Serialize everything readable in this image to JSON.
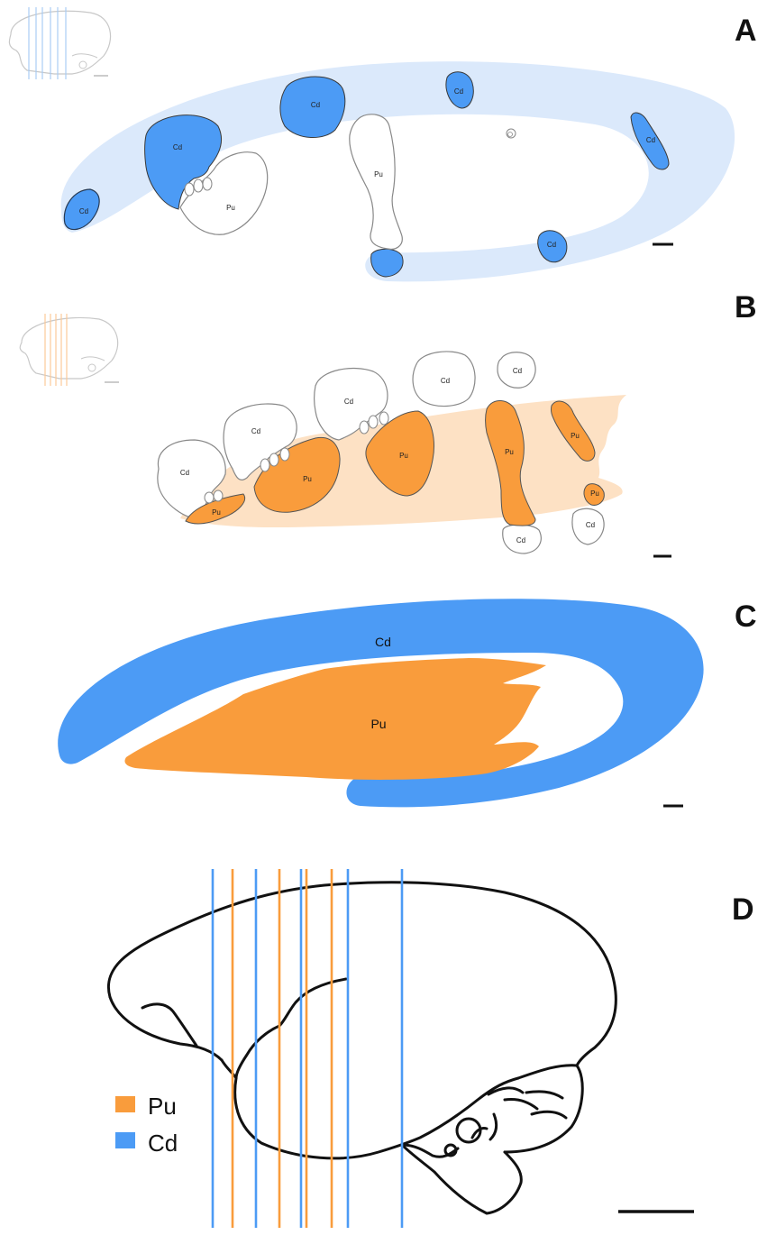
{
  "colors": {
    "cd": "#4c9bf5",
    "cd_band": "#dbe9fb",
    "cd_dark": "#3a80e0",
    "pu": "#f99c3c",
    "pu_band": "#fde1c4",
    "outline": "#888888",
    "brain": "#111111"
  },
  "panels": {
    "a": {
      "letter": "A"
    },
    "b": {
      "letter": "B"
    },
    "c": {
      "letter": "C"
    },
    "d": {
      "letter": "D"
    }
  },
  "labels": {
    "cd": "Cd",
    "pu": "Pu"
  },
  "legend": {
    "items": [
      {
        "label": "Pu",
        "color": "#f99c3c"
      },
      {
        "label": "Cd",
        "color": "#4c9bf5"
      }
    ]
  },
  "icons": [
    "brain-outline-icon",
    "scale-bar-icon"
  ]
}
